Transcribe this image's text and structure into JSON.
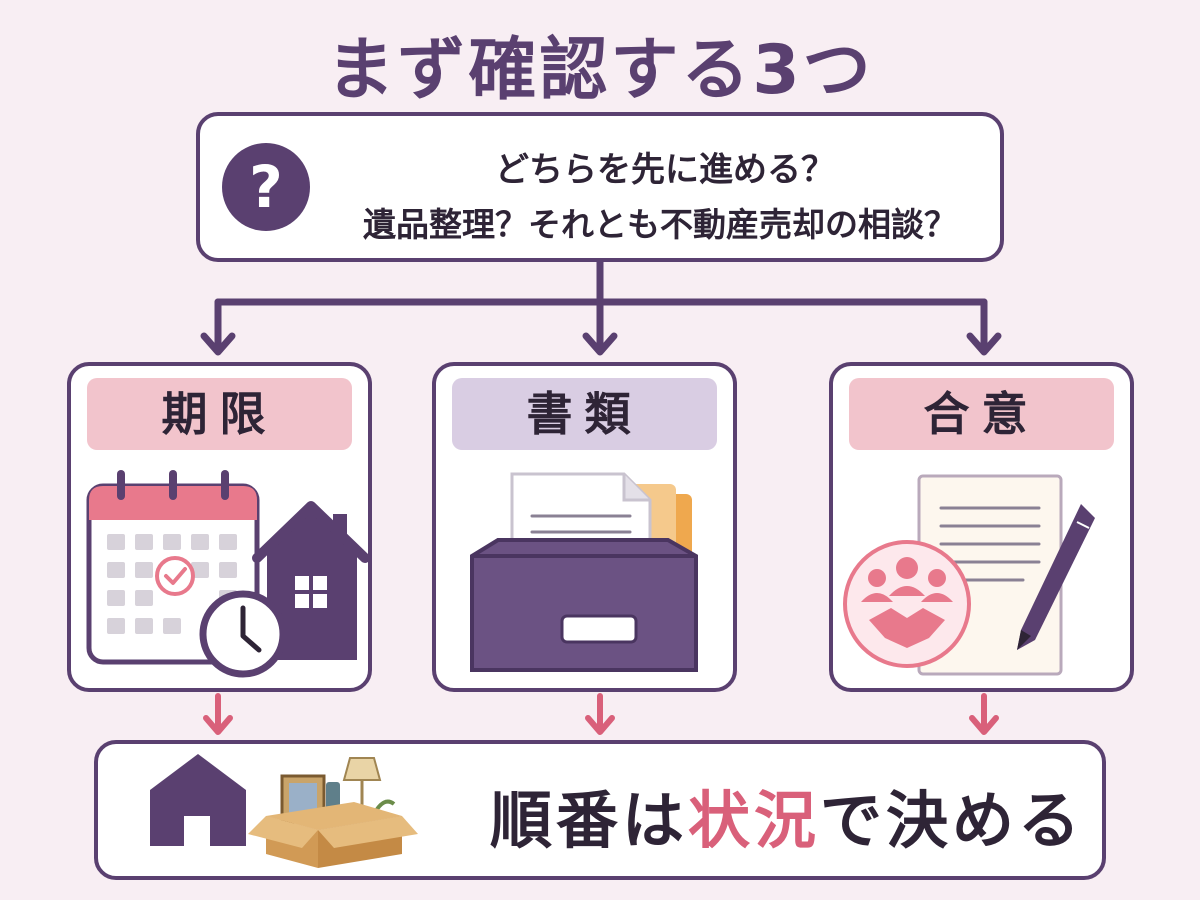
{
  "title": "まず確認する3つ",
  "question": {
    "icon": "question-mark-icon",
    "icon_glyph": "?",
    "line1": "どちらを先に進める？",
    "line2": "遺品整理？それとも不動産売却の相談？"
  },
  "cards": [
    {
      "label": "期限",
      "icon": "calendar-clock-house-icon",
      "label_color": "#f2c4cc"
    },
    {
      "label": "書類",
      "icon": "document-tray-icon",
      "label_color": "#d9cde3"
    },
    {
      "label": "合意",
      "icon": "agreement-document-pen-icon",
      "label_color": "#f2c4cc"
    }
  ],
  "result": {
    "icons": [
      "house-icon",
      "keepsake-box-icon"
    ],
    "text_before": "順番は",
    "text_highlight": "状況",
    "text_after": "で決める"
  },
  "colors": {
    "primary": "#5a4070",
    "accent_pink": "#d9607a",
    "background": "#f8eef3"
  }
}
